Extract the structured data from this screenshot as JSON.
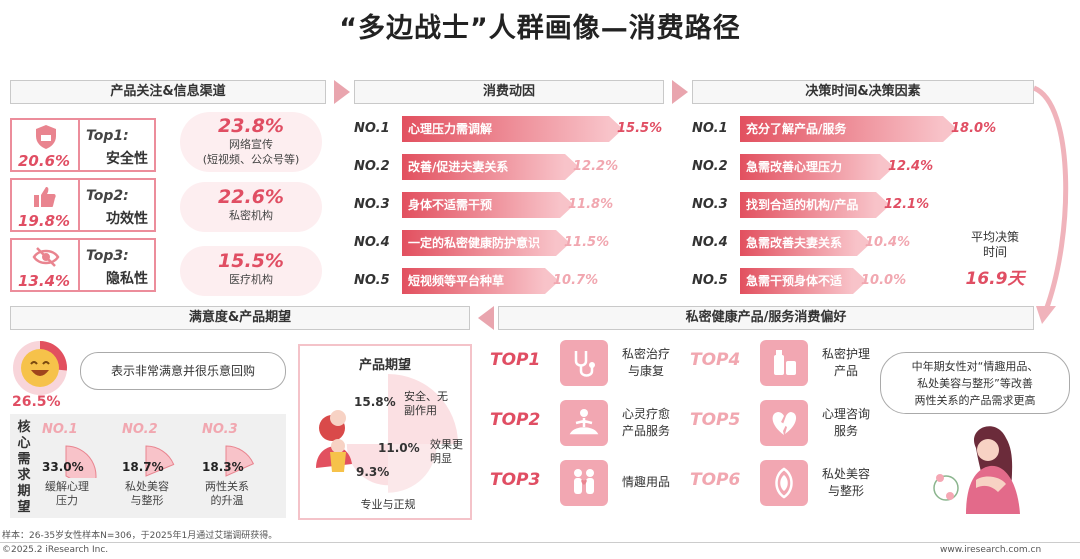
{
  "title": "“多边战士”人群画像—消费路径",
  "sections": {
    "focus": "产品关注&信息渠道",
    "motivation": "消费动因",
    "decision": "决策时间&决策因素",
    "satisfaction": "满意度&产品期望",
    "preference": "私密健康产品/服务消费偏好"
  },
  "focus_items": [
    {
      "pct": "20.6%",
      "rank": "Top1:",
      "label": "安全性",
      "icon": "shield-icon"
    },
    {
      "pct": "19.8%",
      "rank": "Top2:",
      "label": "功效性",
      "icon": "thumbs-up-icon"
    },
    {
      "pct": "13.4%",
      "rank": "Top3:",
      "label": "隐私性",
      "icon": "eye-slash-icon"
    }
  ],
  "channels": [
    {
      "pct": "23.8%",
      "text1": "网络宣传",
      "text2": "(短视频、公众号等)"
    },
    {
      "pct": "22.6%",
      "text1": "私密机构",
      "text2": ""
    },
    {
      "pct": "15.5%",
      "text1": "医疗机构",
      "text2": ""
    }
  ],
  "chart_data": [
    {
      "type": "bar",
      "title": "消费动因",
      "categories": [
        "心理压力需调解",
        "改善/促进夫妻关系",
        "身体不适需干预",
        "一定的私密健康防护意识",
        "短视频等平台种草"
      ],
      "ranks": [
        "NO.1",
        "NO.2",
        "NO.3",
        "NO.4",
        "NO.5"
      ],
      "values": [
        15.5,
        12.2,
        11.8,
        11.5,
        10.7
      ],
      "labels": [
        "15.5%",
        "12.2%",
        "11.8%",
        "11.5%",
        "10.7%"
      ]
    },
    {
      "type": "bar",
      "title": "决策时间&决策因素",
      "categories": [
        "充分了解产品/服务",
        "急需改善心理压力",
        "找到合适的机构/产品",
        "急需改善夫妻关系",
        "急需干预身体不适"
      ],
      "ranks": [
        "NO.1",
        "NO.2",
        "NO.3",
        "NO.4",
        "NO.5"
      ],
      "values": [
        18.0,
        12.4,
        12.1,
        10.4,
        10.0
      ],
      "labels": [
        "18.0%",
        "12.4%",
        "12.1%",
        "10.4%",
        "10.0%"
      ]
    },
    {
      "type": "pie",
      "title": "产品期望",
      "categories": [
        "安全、无副作用",
        "效果更明显",
        "专业与正规"
      ],
      "values": [
        15.8,
        11.0,
        9.3
      ],
      "labels": [
        "15.8%",
        "11.0%",
        "9.3%"
      ]
    },
    {
      "type": "pie",
      "title": "核心需求期望",
      "categories": [
        "缓解心理压力",
        "私处美容与整形",
        "两性关系的升温"
      ],
      "ranks": [
        "NO.1",
        "NO.2",
        "NO.3"
      ],
      "values": [
        33.0,
        18.7,
        18.3
      ],
      "labels": [
        "33.0%",
        "18.7%",
        "18.3%"
      ]
    }
  ],
  "decision_time": {
    "label1": "平均决策",
    "label2": "时间",
    "value": "16.9天"
  },
  "satisfaction": {
    "pct": "26.5%",
    "value": 26.5,
    "text": "表示非常满意并很乐意回购",
    "icon": "smiley-icon"
  },
  "core_need_title": [
    "核",
    "心",
    "需",
    "求",
    "期",
    "望"
  ],
  "pie_labels": {
    "a1": "安全、无",
    "a2": "副作用",
    "b1": "效果更",
    "b2": "明显",
    "c": "专业与正规"
  },
  "preferences": [
    {
      "rank": "TOP1",
      "l1": "私密治疗",
      "l2": "与康复",
      "icon": "stethoscope-icon"
    },
    {
      "rank": "TOP2",
      "l1": "心灵疗愈",
      "l2": "产品服务",
      "icon": "meditation-icon"
    },
    {
      "rank": "TOP3",
      "l1": "情趣用品",
      "l2": "",
      "icon": "couple-icon"
    },
    {
      "rank": "TOP4",
      "l1": "私密护理",
      "l2": "产品",
      "icon": "care-product-icon"
    },
    {
      "rank": "TOP5",
      "l1": "心理咨询",
      "l2": "服务",
      "icon": "broken-heart-icon"
    },
    {
      "rank": "TOP6",
      "l1": "私处美容",
      "l2": "与整形",
      "icon": "beauty-icon"
    }
  ],
  "callout": {
    "l1": "中年期女性对“情趣用品、",
    "l2": "私处美容与整形”等改善",
    "l3": "两性关系的产品需求更高"
  },
  "footer": {
    "note": "样本：26-35岁女性样本N=306，于2025年1月通过艾瑞调研获得。",
    "copyright": "©2025.2 iResearch Inc.",
    "site": "www.iresearch.com.cn"
  },
  "colors": {
    "accent": "#e04e63",
    "light": "#f1a7b0",
    "bar_start": "#e2505f",
    "bar_end": "#f8c3c9"
  }
}
